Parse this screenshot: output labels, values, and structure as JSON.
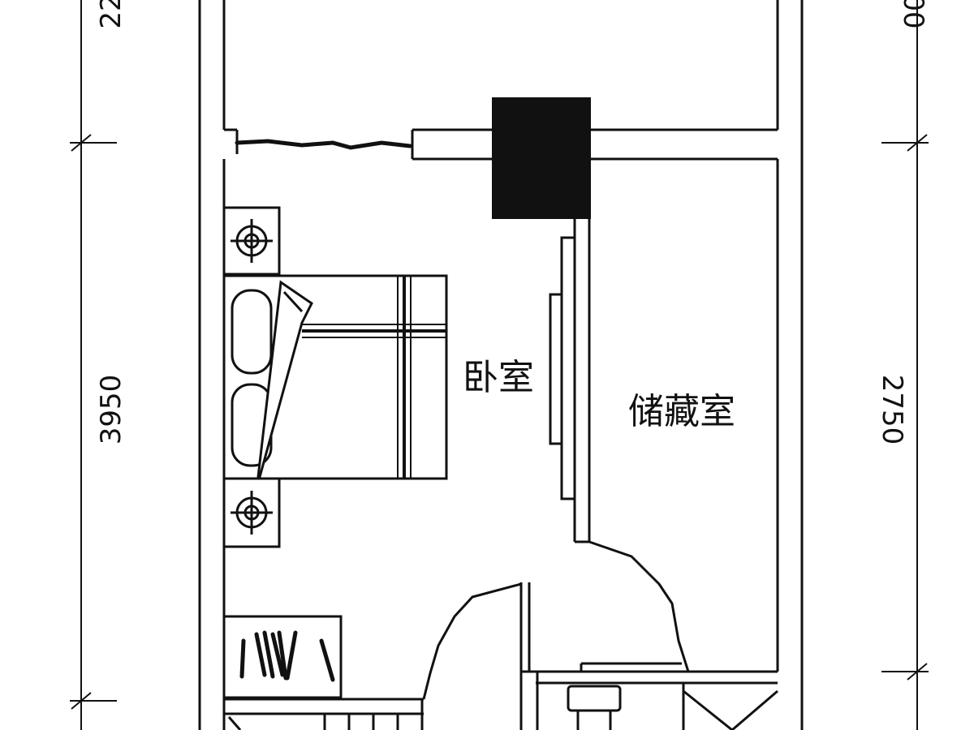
{
  "rooms": {
    "bedroom": "卧室",
    "storage": "储藏室"
  },
  "dimensions": {
    "left_top_partial": "22",
    "right_top_partial": "00",
    "left_main": "3950",
    "right_main": "2750"
  },
  "colors": {
    "line": "#111111",
    "background": "#ffffff",
    "column_fill": "#111111"
  }
}
